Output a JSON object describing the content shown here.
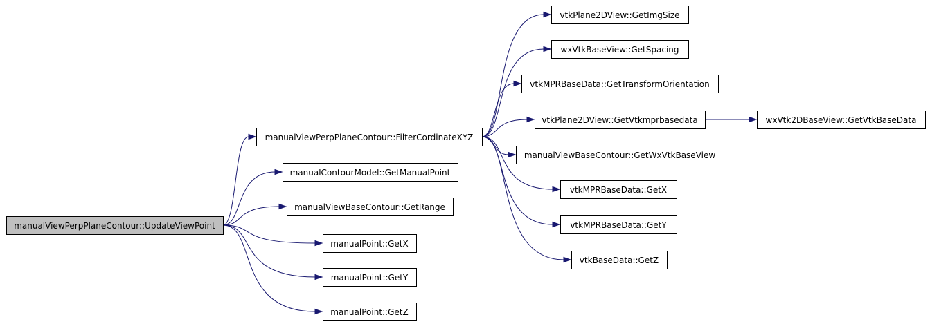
{
  "diagram": {
    "type": "call-graph",
    "nodes": [
      {
        "id": "root",
        "label": "manualViewPerpPlaneContour::UpdateViewPoint",
        "root": true
      },
      {
        "id": "filter",
        "label": "manualViewPerpPlaneContour::FilterCordinateXYZ"
      },
      {
        "id": "getManualPoint",
        "label": "manualContourModel::GetManualPoint"
      },
      {
        "id": "getRange",
        "label": "manualViewBaseContour::GetRange"
      },
      {
        "id": "mpGetX",
        "label": "manualPoint::GetX"
      },
      {
        "id": "mpGetY",
        "label": "manualPoint::GetY"
      },
      {
        "id": "mpGetZ",
        "label": "manualPoint::GetZ"
      },
      {
        "id": "getImgSize",
        "label": "vtkPlane2DView::GetImgSize"
      },
      {
        "id": "getSpacing",
        "label": "wxVtkBaseView::GetSpacing"
      },
      {
        "id": "getTransform",
        "label": "vtkMPRBaseData::GetTransformOrientation"
      },
      {
        "id": "getVtkmpr",
        "label": "vtkPlane2DView::GetVtkmprbasedata"
      },
      {
        "id": "getVtkBaseData",
        "label": "wxVtk2DBaseView::GetVtkBaseData"
      },
      {
        "id": "getWxVtkBaseView",
        "label": "manualViewBaseContour::GetWxVtkBaseView"
      },
      {
        "id": "mprGetX",
        "label": "vtkMPRBaseData::GetX"
      },
      {
        "id": "mprGetY",
        "label": "vtkMPRBaseData::GetY"
      },
      {
        "id": "vbdGetZ",
        "label": "vtkBaseData::GetZ"
      }
    ],
    "edges": [
      [
        "root",
        "filter"
      ],
      [
        "root",
        "getManualPoint"
      ],
      [
        "root",
        "getRange"
      ],
      [
        "root",
        "mpGetX"
      ],
      [
        "root",
        "mpGetY"
      ],
      [
        "root",
        "mpGetZ"
      ],
      [
        "filter",
        "getImgSize"
      ],
      [
        "filter",
        "getSpacing"
      ],
      [
        "filter",
        "getTransform"
      ],
      [
        "filter",
        "getVtkmpr"
      ],
      [
        "filter",
        "getWxVtkBaseView"
      ],
      [
        "filter",
        "mprGetX"
      ],
      [
        "filter",
        "mprGetY"
      ],
      [
        "filter",
        "vbdGetZ"
      ],
      [
        "getVtkmpr",
        "getVtkBaseData"
      ]
    ],
    "colors": {
      "edge": "#191970",
      "node_border": "#000000",
      "node_fill": "#ffffff",
      "root_fill": "#bfbfbf",
      "background": "#ffffff"
    }
  }
}
